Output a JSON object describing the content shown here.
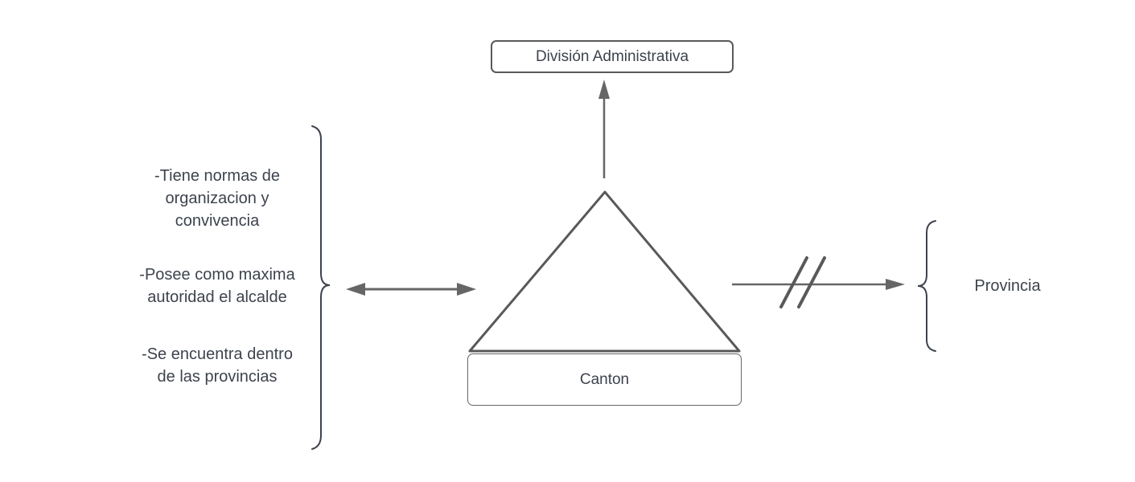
{
  "diagram": {
    "top_box": {
      "label": "División Administrativa"
    },
    "canton_box": {
      "label": "Canton"
    },
    "left_notes": [
      {
        "text": "-Tiene normas de organizacion y convivencia",
        "lines": [
          "-Tiene normas de",
          "organizacion y",
          "convivencia"
        ]
      },
      {
        "text": "-Posee como maxima autoridad el alcalde",
        "lines": [
          "-Posee como maxima",
          "autoridad el alcalde"
        ]
      },
      {
        "text": "-Se encuentra dentro de las provincias",
        "lines": [
          "-Se encuentra dentro",
          "de las provincias"
        ]
      }
    ],
    "right_label": "Provincia",
    "colors": {
      "background": "#ffffff",
      "shape_stroke": "#595959",
      "connector": "#666666",
      "text": "#3d434d"
    }
  }
}
